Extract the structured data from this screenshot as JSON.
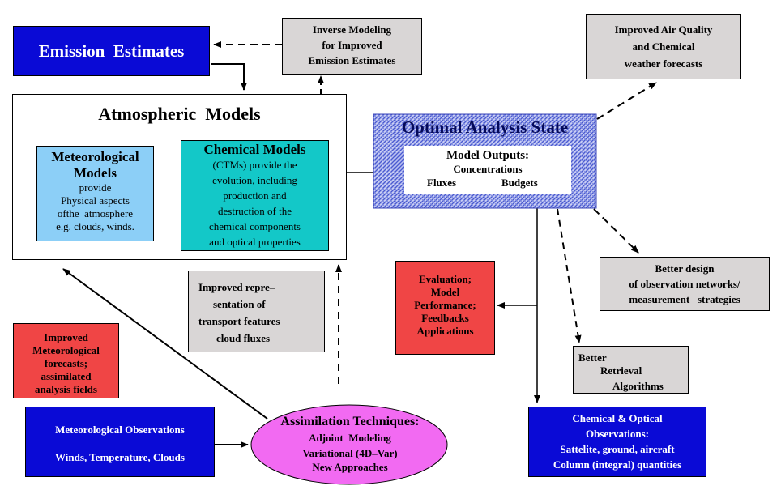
{
  "emission_estimates": "Emission  Estimates",
  "inverse_modeling": [
    "Inverse Modeling",
    "for Improved",
    "Emission Estimates"
  ],
  "improved_air_quality": [
    "Improved Air Quality",
    "and Chemical",
    "weather forecasts"
  ],
  "atmospheric_models": {
    "title": "Atmospheric  Models",
    "meteorological": {
      "title": [
        "Meteorological",
        "Models"
      ],
      "body": [
        "provide",
        "Physical aspects",
        "ofthe  atmosphere",
        "e.g. clouds, winds."
      ]
    },
    "chemical": {
      "title": "Chemical Models",
      "body": [
        "(CTMs) provide the",
        "evolution, including",
        "production and",
        "destruction of the",
        "chemical components",
        "and optical properties"
      ]
    }
  },
  "optimal_analysis": {
    "title": "Optimal Analysis State",
    "outputs_title": "Model Outputs:",
    "concentrations": "Concentrations",
    "fluxes": "Fluxes",
    "budgets": "Budgets"
  },
  "better_design": [
    "Better design",
    "of observation networks/",
    "measurement   strategies"
  ],
  "evaluation": [
    "Evaluation;",
    "Model",
    "Performance;",
    "Feedbacks",
    "Applications"
  ],
  "improved_representation": [
    "Improved repre–",
    "sentation of",
    "transport features",
    "cloud fluxes"
  ],
  "improved_meteorological": [
    "Improved",
    "Meteorological",
    "forecasts;",
    "assimilated",
    "analysis fields"
  ],
  "better_retrieval": [
    "Better",
    "Retrieval",
    "Algorithms"
  ],
  "meteorological_observations": [
    "Meteorological Observations",
    "Winds, Temperature, Clouds"
  ],
  "assimilation": {
    "title": "Assimilation Techniques:",
    "items": [
      "Adjoint  Modeling",
      "Variational (4D–Var)",
      "New Approaches"
    ]
  },
  "chemical_optical_observations": [
    "Chemical & Optical",
    "Observations:",
    "Sattelite, ground, aircraft",
    "Column (integral) quantities"
  ],
  "colors": {
    "blue_box": "#0a0ad6",
    "grey_box": "#d9d6d6",
    "red_box": "#f04545",
    "light_blue": "#8ccff7",
    "teal": "#13c8c8",
    "magenta": "#f26af2",
    "hatch_blue": "#5c6cd8"
  }
}
